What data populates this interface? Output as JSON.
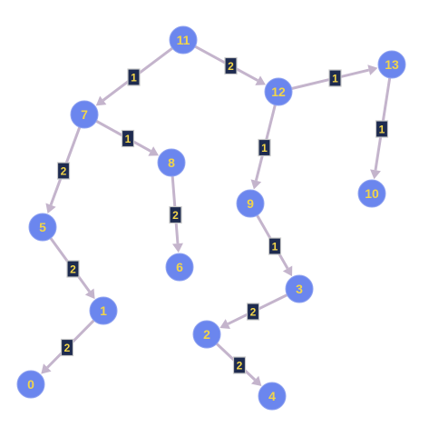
{
  "graph": {
    "nodes": [
      {
        "id": "11",
        "label": "11"
      },
      {
        "id": "7",
        "label": "7"
      },
      {
        "id": "12",
        "label": "12"
      },
      {
        "id": "13",
        "label": "13"
      },
      {
        "id": "8",
        "label": "8"
      },
      {
        "id": "5",
        "label": "5"
      },
      {
        "id": "9",
        "label": "9"
      },
      {
        "id": "10",
        "label": "10"
      },
      {
        "id": "6",
        "label": "6"
      },
      {
        "id": "1",
        "label": "1"
      },
      {
        "id": "3",
        "label": "3"
      },
      {
        "id": "2",
        "label": "2"
      },
      {
        "id": "0",
        "label": "0"
      },
      {
        "id": "4",
        "label": "4"
      }
    ],
    "edges": [
      {
        "from": "11",
        "to": "7",
        "weight": "1"
      },
      {
        "from": "11",
        "to": "12",
        "weight": "2"
      },
      {
        "from": "12",
        "to": "13",
        "weight": "1"
      },
      {
        "from": "7",
        "to": "8",
        "weight": "1"
      },
      {
        "from": "7",
        "to": "5",
        "weight": "2"
      },
      {
        "from": "12",
        "to": "9",
        "weight": "1"
      },
      {
        "from": "13",
        "to": "10",
        "weight": "1"
      },
      {
        "from": "8",
        "to": "6",
        "weight": "2"
      },
      {
        "from": "5",
        "to": "1",
        "weight": "2"
      },
      {
        "from": "9",
        "to": "3",
        "weight": "1"
      },
      {
        "from": "3",
        "to": "2",
        "weight": "2"
      },
      {
        "from": "1",
        "to": "0",
        "weight": "2"
      },
      {
        "from": "2",
        "to": "4",
        "weight": "2"
      }
    ]
  },
  "colors": {
    "node_fill": "#6b86ee",
    "label_text": "#f2d54a",
    "edge": "#c4b4cc",
    "weight_box": "#1e2b4f"
  }
}
